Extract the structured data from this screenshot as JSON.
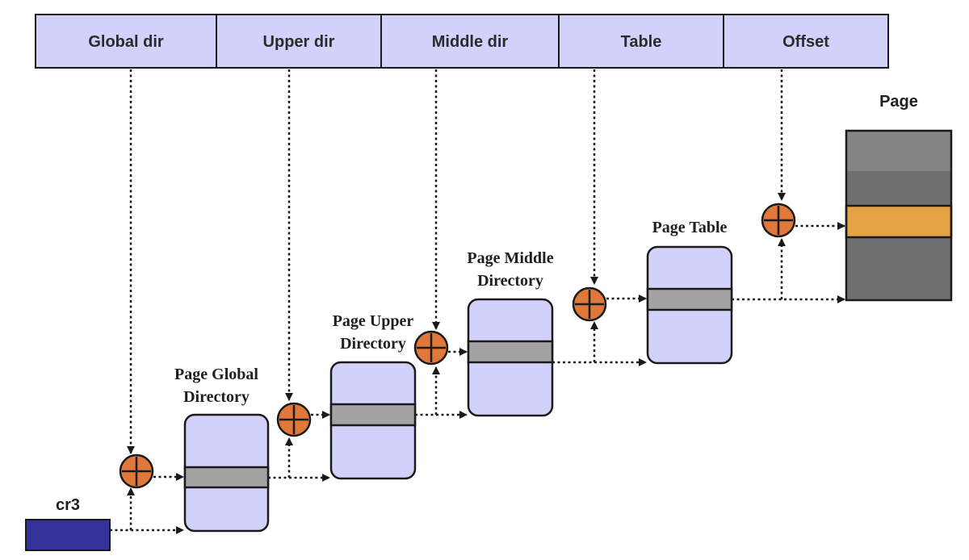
{
  "address_fields": [
    {
      "label": "Global dir"
    },
    {
      "label": "Upper dir"
    },
    {
      "label": "Middle dir"
    },
    {
      "label": "Table"
    },
    {
      "label": "Offset"
    }
  ],
  "tables": {
    "global": {
      "line1": "Page Global",
      "line2": "Directory"
    },
    "upper": {
      "line1": "Page Upper",
      "line2": "Directory"
    },
    "middle": {
      "line1": "Page Middle",
      "line2": "Directory"
    },
    "table": {
      "line1": "Page Table"
    }
  },
  "page": {
    "label": "Page"
  },
  "register": {
    "label": "cr3"
  },
  "colors": {
    "field_fill": "#d2d1fb",
    "table_fill": "#d2d1fb",
    "entry_fill": "#a3a3a3",
    "adder_fill": "#e0783a",
    "page_fill": "#6f6f6f",
    "page_entry_fill": "#e4a444",
    "cr3_fill": "#33339a"
  },
  "icons": [
    "adder-plus-icon",
    "arrowhead-icon"
  ]
}
